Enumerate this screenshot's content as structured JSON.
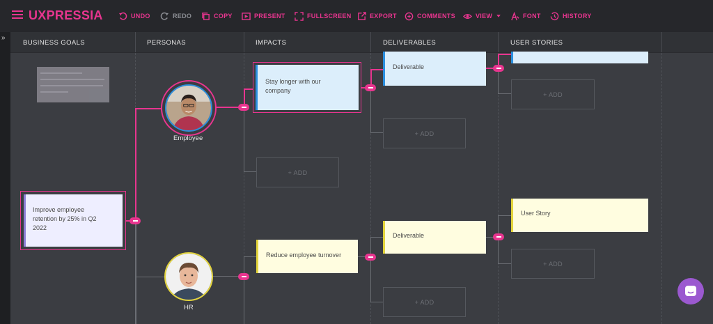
{
  "app": {
    "name": "UXPRESSIA"
  },
  "toolbar": {
    "undo": "UNDO",
    "redo": "REDO",
    "copy": "COPY",
    "present": "PRESENT",
    "fullscreen": "FULLSCREEN",
    "export": "EXPORT",
    "comments": "COMMENTS",
    "view": "VIEW",
    "font": "FONT",
    "history": "HISTORY"
  },
  "columns": [
    "BUSINESS GOALS",
    "PERSONAS",
    "IMPACTS",
    "DELIVERABLES",
    "USER STORIES"
  ],
  "goal": {
    "text": "Improve employee retention by 25% in Q2 2022"
  },
  "personas": [
    {
      "name": "Employee",
      "icon": "employee-avatar"
    },
    {
      "name": "HR",
      "icon": "hr-avatar"
    }
  ],
  "impacts": [
    {
      "text": "Stay longer with our company"
    },
    {
      "text": "Reduce employee turnover"
    }
  ],
  "deliverables": [
    {
      "text": "Deliverable"
    },
    {
      "text": "Deliverable"
    }
  ],
  "user_stories": [
    {
      "text": "User Story"
    }
  ],
  "add_label": "+ ADD",
  "colors": {
    "accent": "#e8358f",
    "blue_card": "#dceefb",
    "yellow_card": "#fffde0",
    "chat": "#9b59d0"
  }
}
